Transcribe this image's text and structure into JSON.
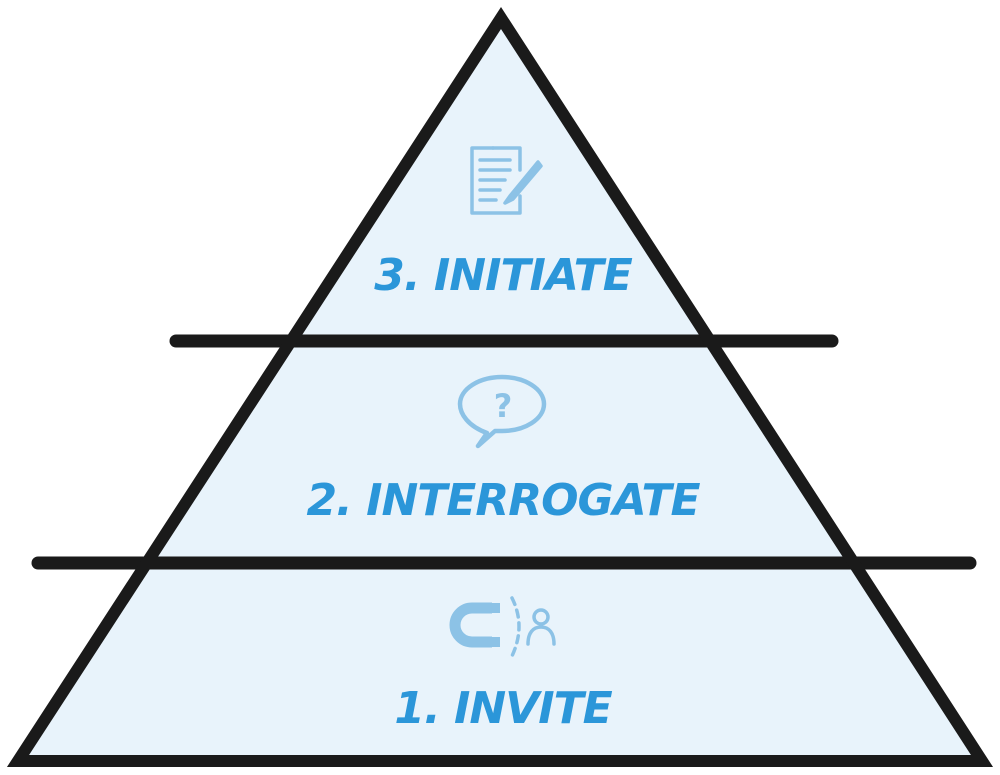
{
  "colors": {
    "background": "#ffffff",
    "fill": "#e8f3fb",
    "outline": "#1a1a1a",
    "label": "#2b96d9",
    "icon": "#8cc2e6"
  },
  "tiers": [
    {
      "label": "3. INITIATE",
      "icon": "document-pen-icon"
    },
    {
      "label": "2. INTERROGATE",
      "icon": "question-speech-bubble-icon"
    },
    {
      "label": "1. INVITE",
      "icon": "magnet-attracting-person-icon"
    }
  ]
}
